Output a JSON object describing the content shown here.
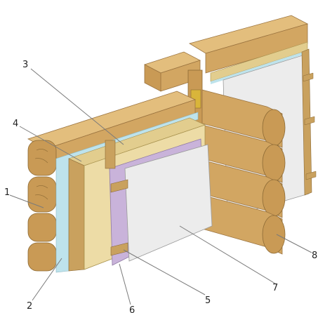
{
  "figure": {
    "type": "cutaway-diagram",
    "colors": {
      "log_light": "#E3BE7D",
      "log_mid": "#D2A662",
      "log_dark": "#B98A45",
      "log_end": "#C99A55",
      "insulation": "#E2CD8E",
      "insulation_face": "#EDDCA6",
      "membrane": "#BEE3EC",
      "board_purple": "#C9B3DA",
      "drywall": "#ECECEC",
      "batten": "#C9A15E",
      "leader": "#7A7A7A"
    },
    "callouts": [
      {
        "id": "1",
        "label": "1",
        "target": "log-wall"
      },
      {
        "id": "2",
        "label": "2",
        "target": "vapor-membrane"
      },
      {
        "id": "3",
        "label": "3",
        "target": "vertical-batten"
      },
      {
        "id": "4",
        "label": "4",
        "target": "insulation"
      },
      {
        "id": "5",
        "label": "5",
        "target": "horizontal-batten"
      },
      {
        "id": "6",
        "label": "6",
        "target": "purple-board"
      },
      {
        "id": "7",
        "label": "7",
        "target": "drywall"
      },
      {
        "id": "8",
        "label": "8",
        "target": "corner-log"
      }
    ]
  }
}
